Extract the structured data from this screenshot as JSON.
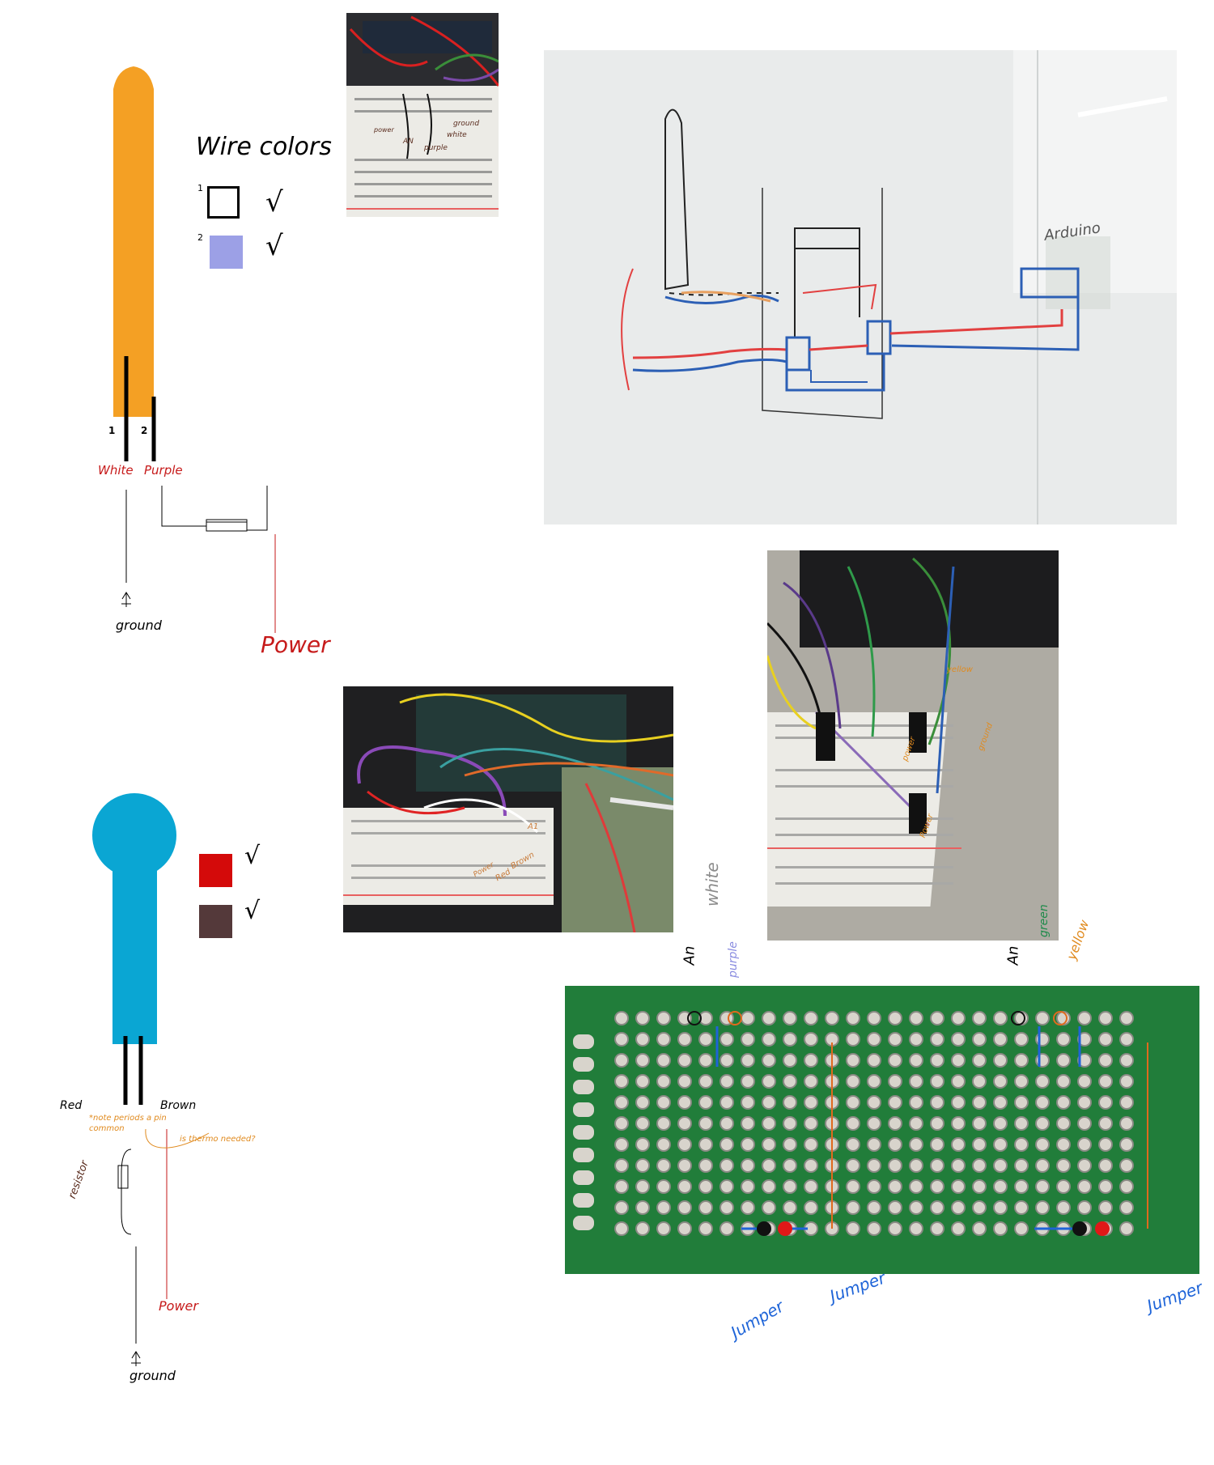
{
  "sensor1": {
    "legend_title": "Wire colors",
    "swatches": [
      {
        "number": "1",
        "color": "#ffffff",
        "border": "#000000",
        "check": "√"
      },
      {
        "number": "2",
        "color": "#9ca0e6",
        "border": "#9ca0e6",
        "check": "√"
      }
    ],
    "pin_numbers": [
      "1",
      "2"
    ],
    "wire_labels": [
      "White",
      "Purple"
    ],
    "ground_label": "ground",
    "power_label": "Power",
    "body_color": "#f4a024"
  },
  "sensor2": {
    "swatches": [
      {
        "color": "#d40a0a",
        "check": "√"
      },
      {
        "color": "#54393a",
        "check": "√"
      }
    ],
    "wire_labels": [
      "Red",
      "Brown"
    ],
    "note": "*note periods a pin common",
    "question": "is thermo needed?",
    "resistor_label": "resistor",
    "ground_label": "ground",
    "power_label": "Power",
    "body_color": "#0aa6d3"
  },
  "photo_top": {
    "labels": [
      "power",
      "ground",
      "white",
      "purple",
      "AN"
    ]
  },
  "whiteboard": {
    "label": "Arduino"
  },
  "photo_mid": {
    "labels": [
      "Power",
      "Red",
      "Brown",
      "A1"
    ]
  },
  "photo_right": {
    "labels": [
      "yellow",
      "ground",
      "power",
      "Power"
    ]
  },
  "perfboard": {
    "top_labels_left": [
      "An",
      "white",
      "purple"
    ],
    "top_labels_right": [
      "An",
      "green",
      "yellow"
    ],
    "jumper_labels": [
      "Jumper",
      "Jumper",
      "Jumper"
    ]
  }
}
